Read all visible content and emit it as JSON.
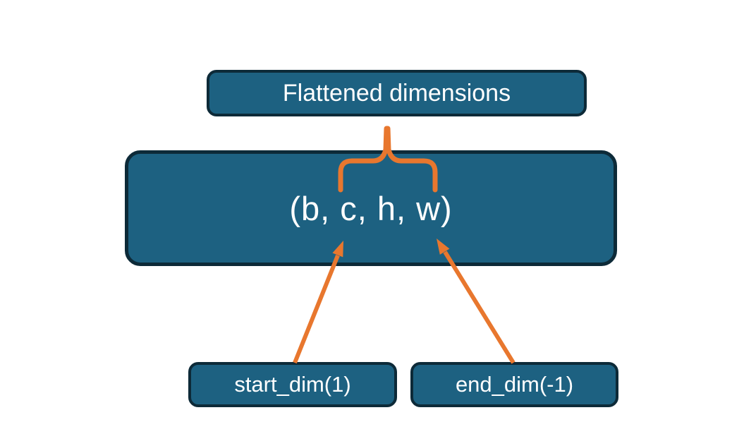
{
  "colors": {
    "box_fill": "#1d6181",
    "box_border": "#0d2a38",
    "accent_orange": "#e8772e",
    "text_color": "#ffffff",
    "background": "#ffffff"
  },
  "diagram": {
    "type": "annotation-diagram",
    "title_box": "Flattened dimensions",
    "tuple_box": "(b, c, h, w)",
    "start_dim_box": "start_dim(1)",
    "end_dim_box": "end_dim(-1)",
    "annotations": {
      "brace": "brace spanning (c, h, w) portion of tuple, pointing up to Flattened dimensions",
      "start_arrow": "arrow from start_dim(1) box to dimension c",
      "end_arrow": "arrow from end_dim(-1) box to dimension w"
    }
  }
}
